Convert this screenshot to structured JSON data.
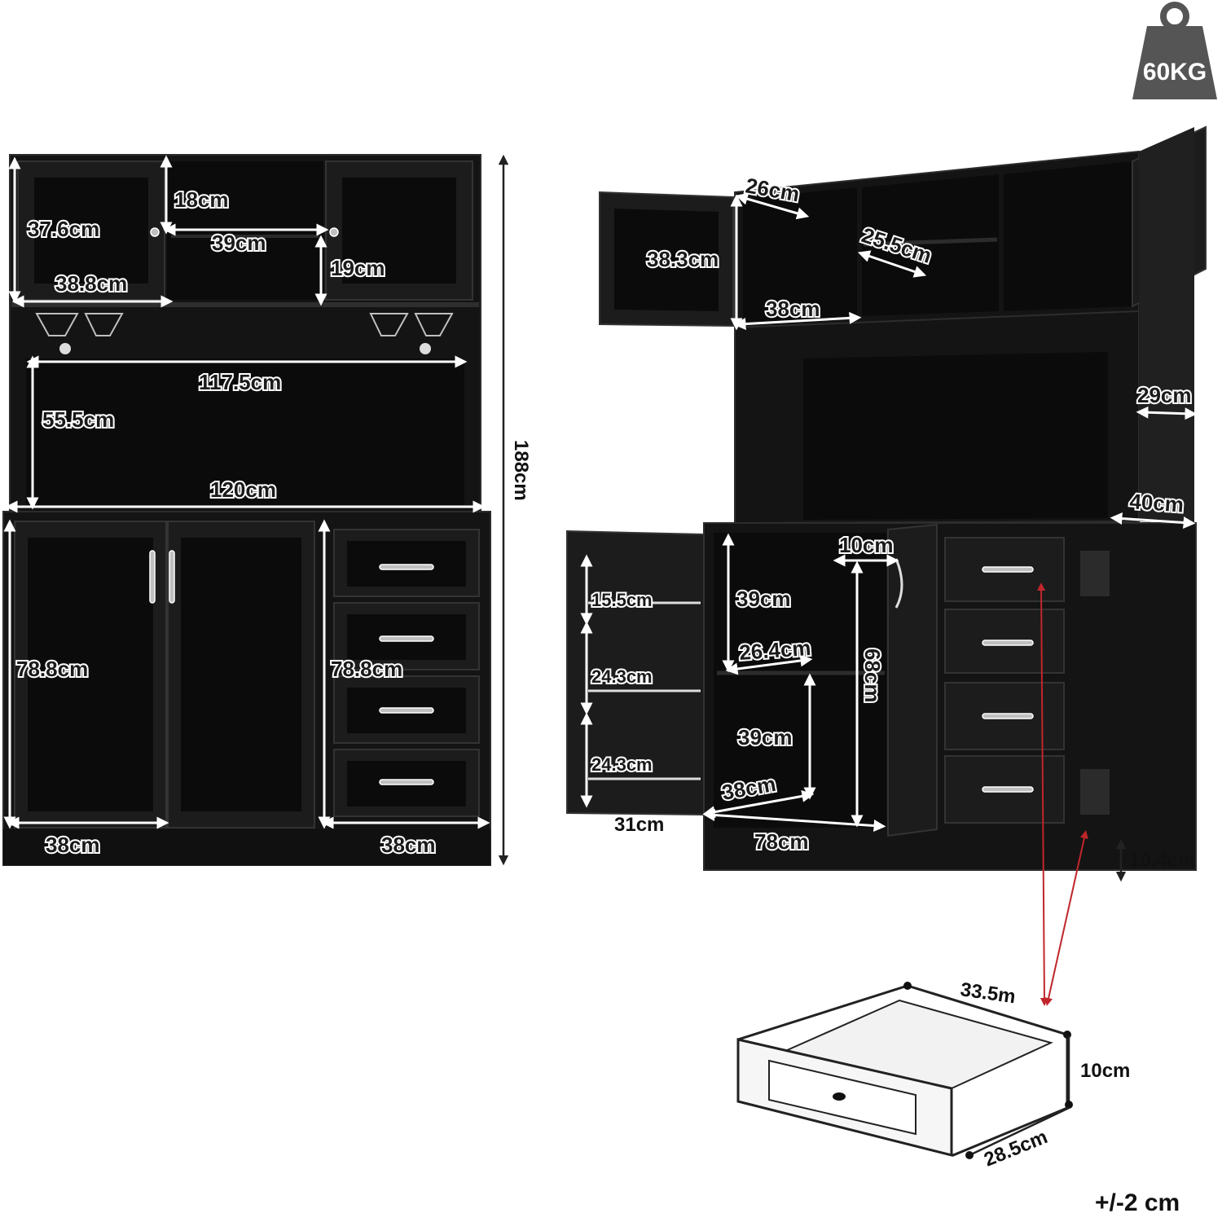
{
  "weight_badge": {
    "label": "60KG",
    "icon": "weight-icon"
  },
  "tolerance": "+/-2 cm",
  "front_view": {
    "upper_door_height": "37.6cm",
    "upper_door_width": "38.8cm",
    "top_shelf_height": "18cm",
    "top_shelf_width": "39cm",
    "lower_shelf_height": "19cm",
    "hutch_inner_width": "117.5cm",
    "hutch_height": "55.5cm",
    "total_width": "120cm",
    "total_height": "188cm",
    "left_door_height": "78.8cm",
    "drawer_stack_height": "78.8cm",
    "left_cabinet_width": "38cm",
    "drawer_width": "38cm"
  },
  "side_view": {
    "upper_door_height": "38.3cm",
    "upper_shelf_depth": "26cm",
    "upper_compartment_depth": "25.5cm",
    "upper_compartment_width": "38cm",
    "hutch_depth": "29cm",
    "base_depth": "40cm",
    "door_rack_top": "15.5cm",
    "door_rack_mid": "24.3cm",
    "door_rack_bottom": "24.3cm",
    "door_width": "31cm",
    "shelf_top_height": "39cm",
    "shelf_depth": "26.4cm",
    "shelf_bottom_height": "39cm",
    "cabinet_inner_depth": "38cm",
    "cabinet_height": "68cm",
    "gap": "10cm",
    "base_width": "78cm",
    "leg_height": "10.4cm"
  },
  "drawer_detail": {
    "length": "33.5m",
    "height": "10cm",
    "width": "28.5cm"
  }
}
